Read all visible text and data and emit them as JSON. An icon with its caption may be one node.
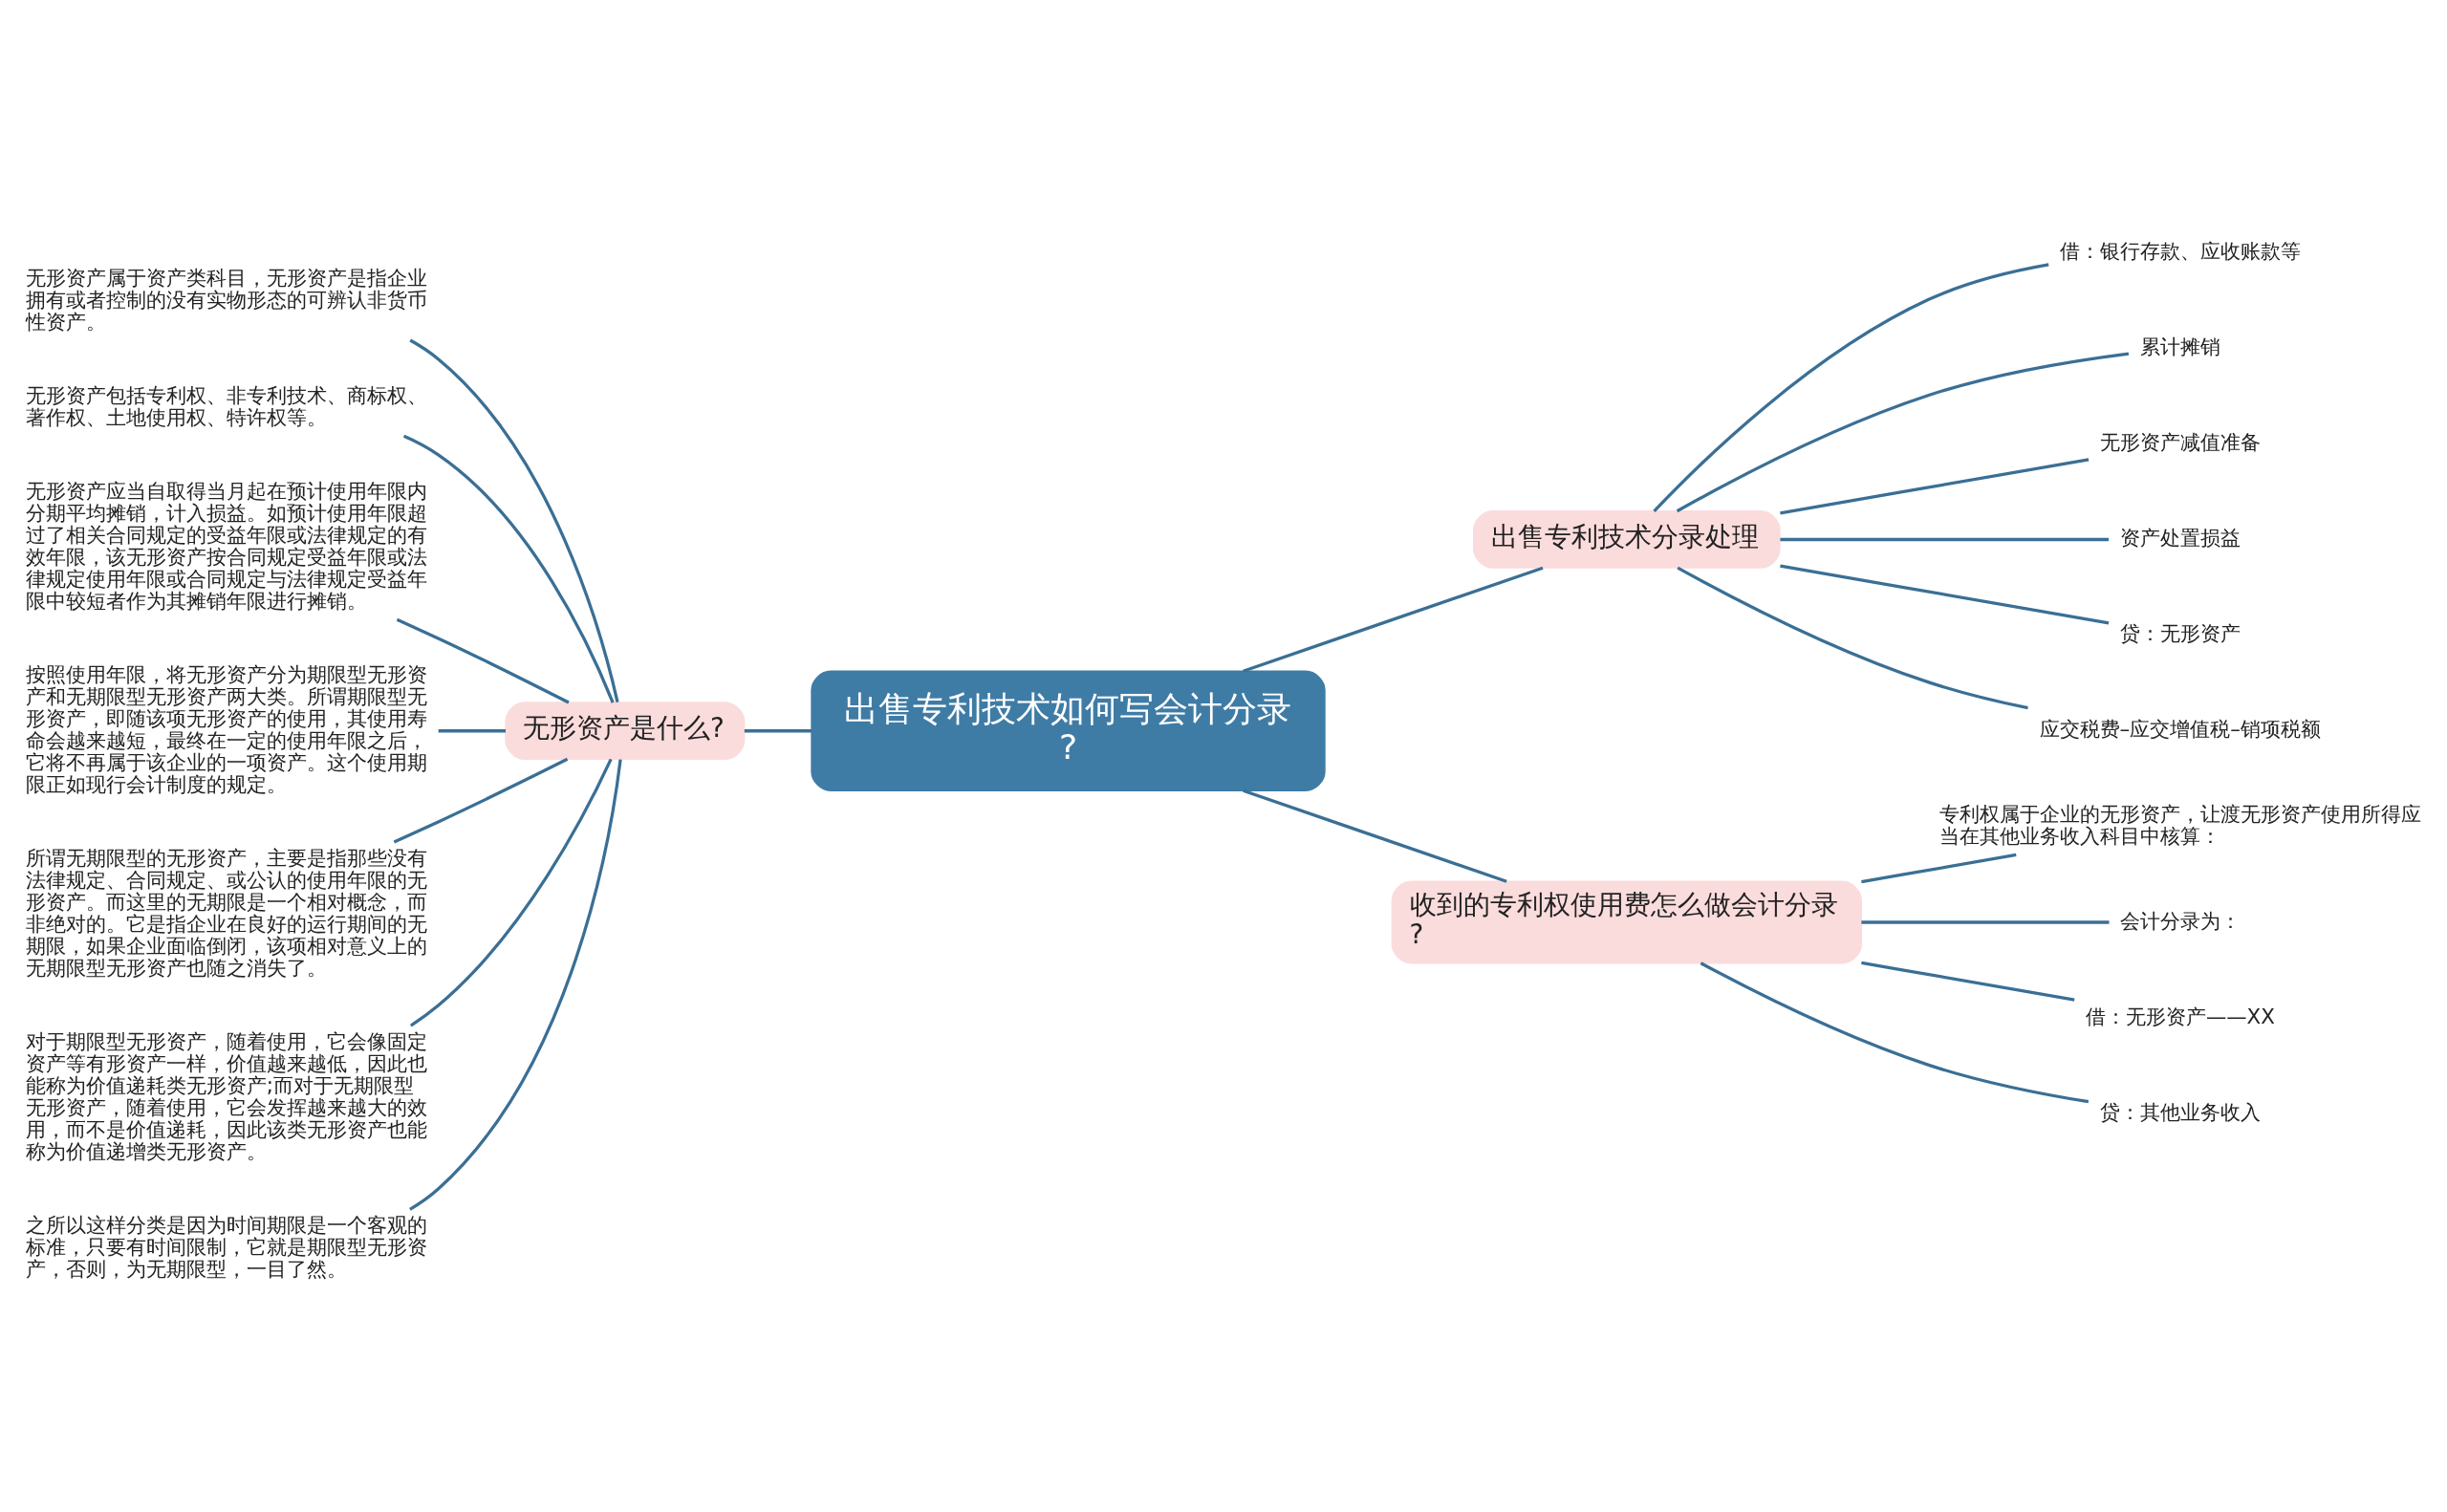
{
  "diagram": {
    "nodes": [
      {
        "text": [
          "出售专利技术如何写会计分录?"
        ]
      },
      {
        "text": [
          "无形资产是什么?"
        ]
      },
      {
        "text": [
          "无形资产属于资产类科目，无形资产是指企业拥有或者控制的没有实物形态的可辨认非货币性资产。"
        ]
      },
      {
        "text": [
          "无形资产包括专利权、非专利技术、商标权、著作权、土地使用权、特许权等。"
        ]
      },
      {
        "text": [
          "无形资产应当自取得当月起在预计使用年限内分期平均摊销，计入损益。如预计使用年限超过了相关合同规定的受益年限或法律规定的有效年限，该无形资产按合同规定受益年限或法律规定使用年限或合同规定与法律规定受益年限中较短者作为其摊销年限进行摊销。"
        ]
      },
      {
        "text": [
          "按照使用年限，将无形资产分为期限型无形资产和无期限型无形资产两大类。所谓期限型无形资产，即随该项无形资产的使用，其使用寿命会越来越短，最终在一定的使用年限之后，它将不再属于该企业的一项资产。这个使用期限正如现行会计制度的规定。"
        ]
      },
      {
        "text": [
          "所谓无期限型的无形资产，主要是指那些没有法律规定、合同规定、或公认的使用年限的无形资产。而这里的无期限是一个相对概念，而非绝对的。它是指企业在良好的运行期间的无期限，如果企业面临倒闭，该项相对意义上的无期限型无形资产也随之消失了。"
        ]
      },
      {
        "text": [
          "对于期限型无形资产，随着使用，它会像固定资产等有形资产一样，价值越来越低，因此也能称为价值递耗类无形资产;而对于无期限型无形资产，随着使用，它会发挥越来越大的效用，而不是价值递耗，因此该类无形资产也能称为价值递增类无形资产。"
        ]
      },
      {
        "text": [
          "之所以这样分类是因为时间期限是一个客观的标准，只要有时间限制，它就是期限型无形资产，否则，为无期限型，一目了然。"
        ]
      },
      {
        "text": [
          "出售专利技术分录处理"
        ]
      },
      {
        "text": [
          "借：银行存款、应收账款等"
        ]
      },
      {
        "text": [
          "累计摊销"
        ]
      },
      {
        "text": [
          "无形资产减值准备"
        ]
      },
      {
        "text": [
          "资产处置损益"
        ]
      },
      {
        "text": [
          "贷：无形资产"
        ]
      },
      {
        "text": [
          "应交税费–应交增值税–销项税额"
        ]
      },
      {
        "text": [
          "收到的专利权使用费怎么做会计分录?"
        ]
      },
      {
        "text": [
          "专利权属于企业的无形资产，让渡无形资产使用所得应当在其他业务收入科目中核算："
        ]
      },
      {
        "text": [
          "会计分录为："
        ]
      },
      {
        "text": [
          "借：无形资产——XX"
        ]
      },
      {
        "text": [
          "贷：其他业务收入"
        ]
      }
    ],
    "edges": [
      {
        "from": 0,
        "to": 1,
        "arrow": "none"
      },
      {
        "from": 1,
        "to": 2,
        "arrow": "none"
      },
      {
        "from": 1,
        "to": 3,
        "arrow": "none"
      },
      {
        "from": 1,
        "to": 4,
        "arrow": "none"
      },
      {
        "from": 1,
        "to": 5,
        "arrow": "none"
      },
      {
        "from": 1,
        "to": 6,
        "arrow": "none"
      },
      {
        "from": 1,
        "to": 7,
        "arrow": "none"
      },
      {
        "from": 1,
        "to": 8,
        "arrow": "none"
      },
      {
        "from": 0,
        "to": 9,
        "arrow": "none"
      },
      {
        "from": 9,
        "to": 10,
        "arrow": "none"
      },
      {
        "from": 9,
        "to": 11,
        "arrow": "none"
      },
      {
        "from": 9,
        "to": 12,
        "arrow": "none"
      },
      {
        "from": 9,
        "to": 13,
        "arrow": "none"
      },
      {
        "from": 9,
        "to": 14,
        "arrow": "none"
      },
      {
        "from": 9,
        "to": 15,
        "arrow": "none"
      },
      {
        "from": 0,
        "to": 16,
        "arrow": "none"
      },
      {
        "from": 16,
        "to": 17,
        "arrow": "none"
      },
      {
        "from": 16,
        "to": 18,
        "arrow": "none"
      },
      {
        "from": 16,
        "to": 19,
        "arrow": "none"
      },
      {
        "from": 16,
        "to": 20,
        "arrow": "none"
      }
    ]
  }
}
